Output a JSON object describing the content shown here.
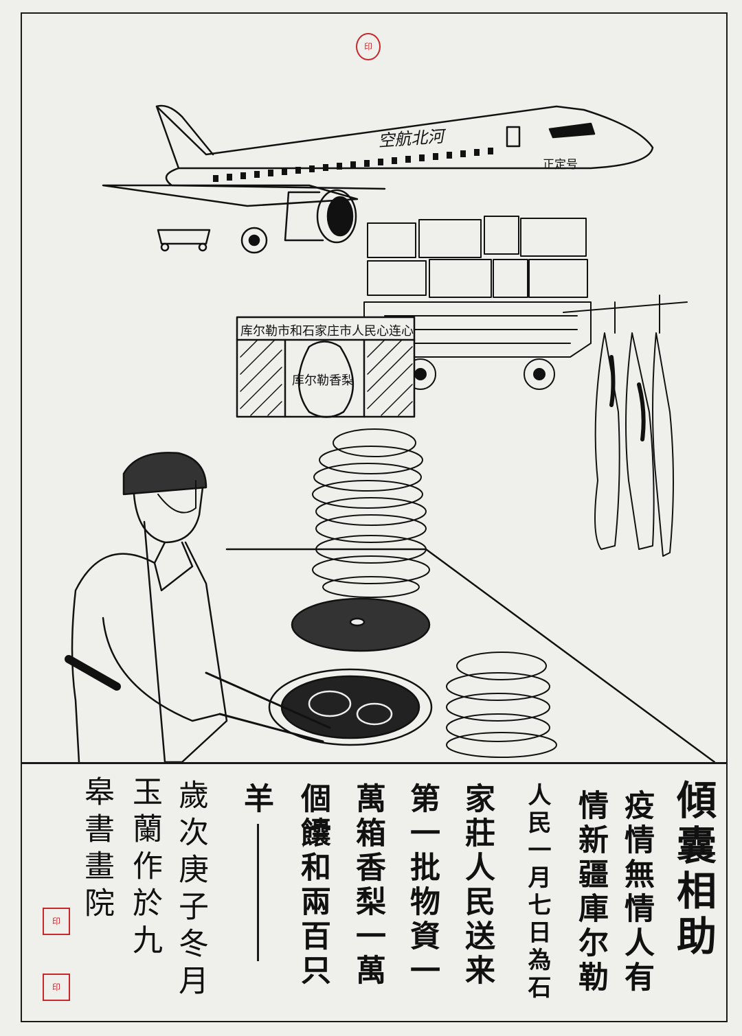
{
  "artwork": {
    "plane_livery": "空航北河",
    "plane_name": "正定号",
    "banner": "库尔勒市和石家庄市人民心连心",
    "pear_box_label": "库尔勒香梨",
    "colors": {
      "paper": "#efefec",
      "ink": "#111111",
      "seal_red": "#c8262a"
    }
  },
  "inscription": {
    "title": "傾囊相助",
    "columns": [
      "疫情無情人有",
      "情新疆庫尔勒",
      "人民一月七日為石",
      "家莊人民送来",
      "第一批物資一",
      "萬箱香梨一萬",
      "個饢和兩百只",
      "羊"
    ],
    "signature": [
      "歲次庚子冬月",
      "玉蘭作於九",
      "皋書畫院"
    ]
  },
  "seals": {
    "top": "印",
    "bottom_1": "印",
    "bottom_2": "印"
  }
}
